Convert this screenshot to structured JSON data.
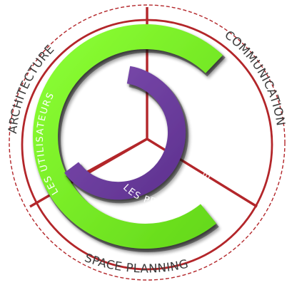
{
  "diagram": {
    "outer_labels": {
      "top_left": "ARCHITECTURE",
      "top_right": "COMMUNICATION",
      "bottom": "SPACE PLANNING"
    },
    "ring_labels": {
      "green": "LES UTILISATEURS",
      "purple": "LES PROPRIÉTAIRES"
    }
  },
  "colors": {
    "red": "#b3262a",
    "green": "#7cf028",
    "purple": "#7040a0",
    "dark_text": "#3c3c3c"
  }
}
